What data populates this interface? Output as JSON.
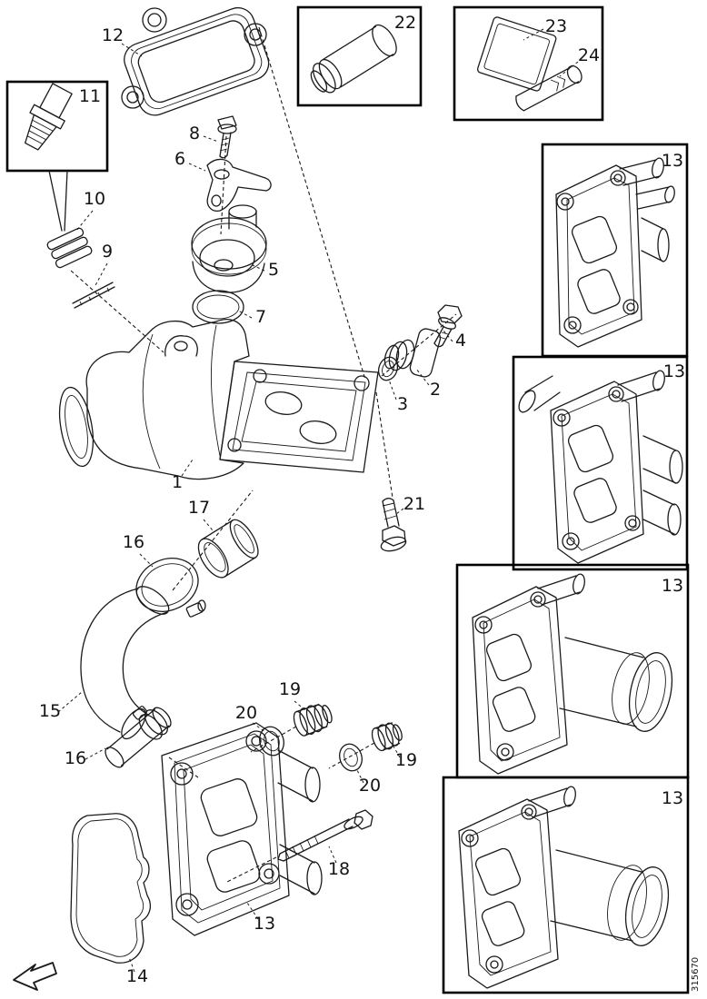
{
  "figure": {
    "drawing_number": "315670",
    "colors": {
      "background": "#ffffff",
      "line": "#1a1a1a"
    },
    "icons": {
      "direction_arrow": "↙"
    },
    "callouts": {
      "c1": "1",
      "c2": "2",
      "c3": "3",
      "c4": "4",
      "c5": "5",
      "c6": "6",
      "c7": "7",
      "c8": "8",
      "c9": "9",
      "c10": "10",
      "c11": "11",
      "c12": "12",
      "c13_main": "13",
      "c13_box1": "13",
      "c13_box2": "13",
      "c13_box3": "13",
      "c13_box4": "13",
      "c14": "14",
      "c15": "15",
      "c16_upper": "16",
      "c16_lower": "16",
      "c17": "17",
      "c18": "18",
      "c19_left": "19",
      "c19_right": "19",
      "c20_left": "20",
      "c20_right": "20",
      "c21": "21",
      "c22": "22",
      "c23": "23",
      "c24": "24"
    }
  }
}
